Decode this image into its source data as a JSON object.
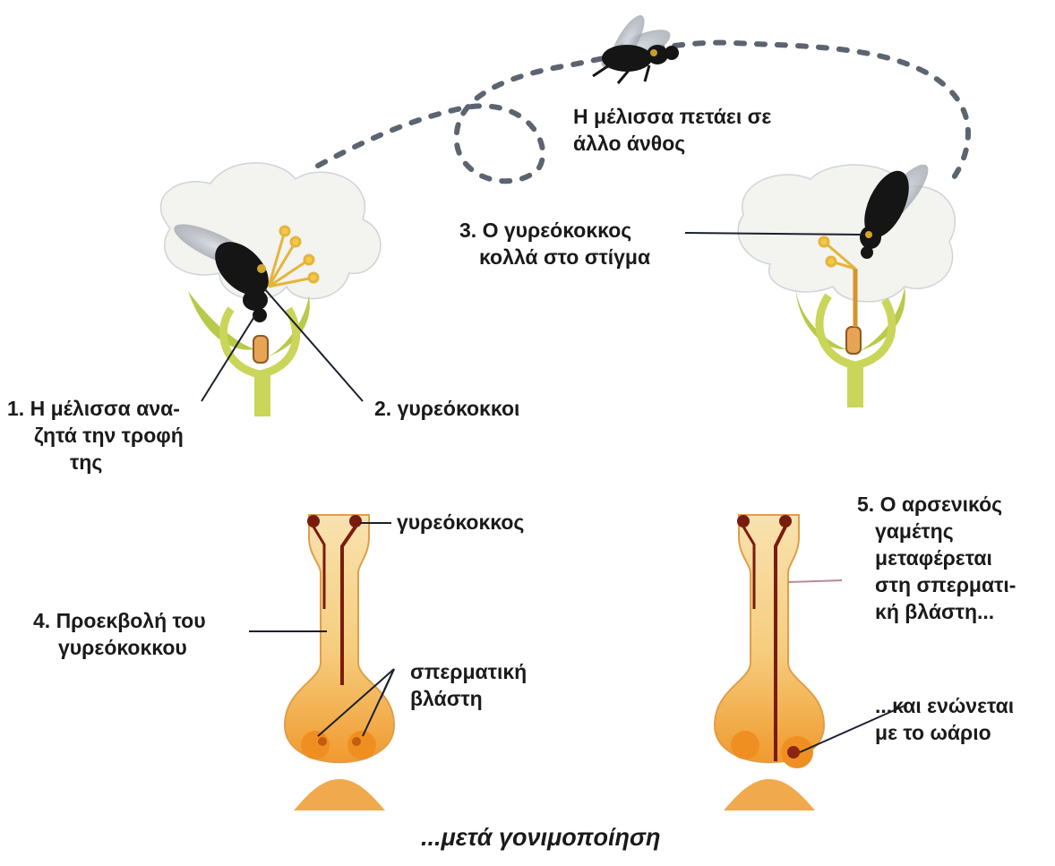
{
  "labels": {
    "flight": [
      "Η μέλισσα πετάει σε",
      "άλλο άνθος"
    ],
    "step3": [
      "3. Ο γυρεόκοκκος",
      "κολλά στο στίγμα"
    ],
    "step1": [
      "1. Η μέλισσα ανα-",
      "ζητά την τροφή",
      "της"
    ],
    "step2": "2. γυρεόκοκκοι",
    "pollen_grain": "γυρεόκοκκος",
    "step4": [
      "4. Προεκβολή του",
      "γυρεόκοκκου"
    ],
    "ovule": [
      "σπερματική",
      "βλάστη"
    ],
    "step5": [
      "5. Ο αρσενικός",
      "γαμέτης",
      "μεταφέρεται",
      "στη σπερματι-",
      "κή βλάστη..."
    ],
    "fuse": [
      "...και ενώνεται",
      "με το ωάριο"
    ],
    "caption": "...μετά γονιμοποίηση"
  },
  "colors": {
    "petal": "#f2f2ee",
    "petal_outline": "#d4d8dc",
    "sepal": "#b9c94a",
    "stem": "#c9d65a",
    "stamen": "#f2c442",
    "pistil_light": "#f6d79a",
    "pistil_orange": "#f0982c",
    "pollen_tube": "#7a1c0c",
    "bee": "#151515",
    "leader_line": "#1a1f2e"
  }
}
